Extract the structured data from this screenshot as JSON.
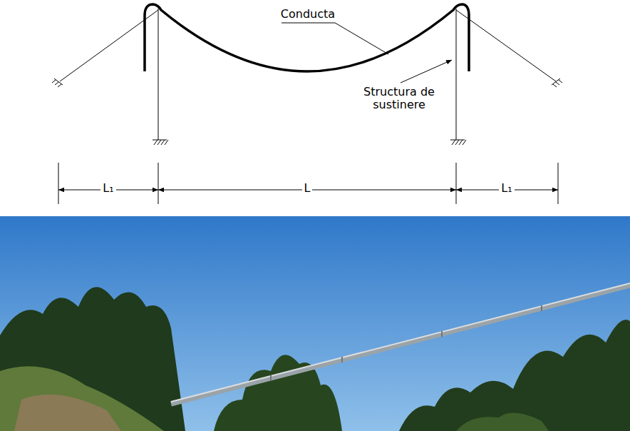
{
  "diagram": {
    "labels": [
      "Conducta",
      "Structura de sustinere",
      "L₁",
      "L",
      "L₁"
    ]
  }
}
